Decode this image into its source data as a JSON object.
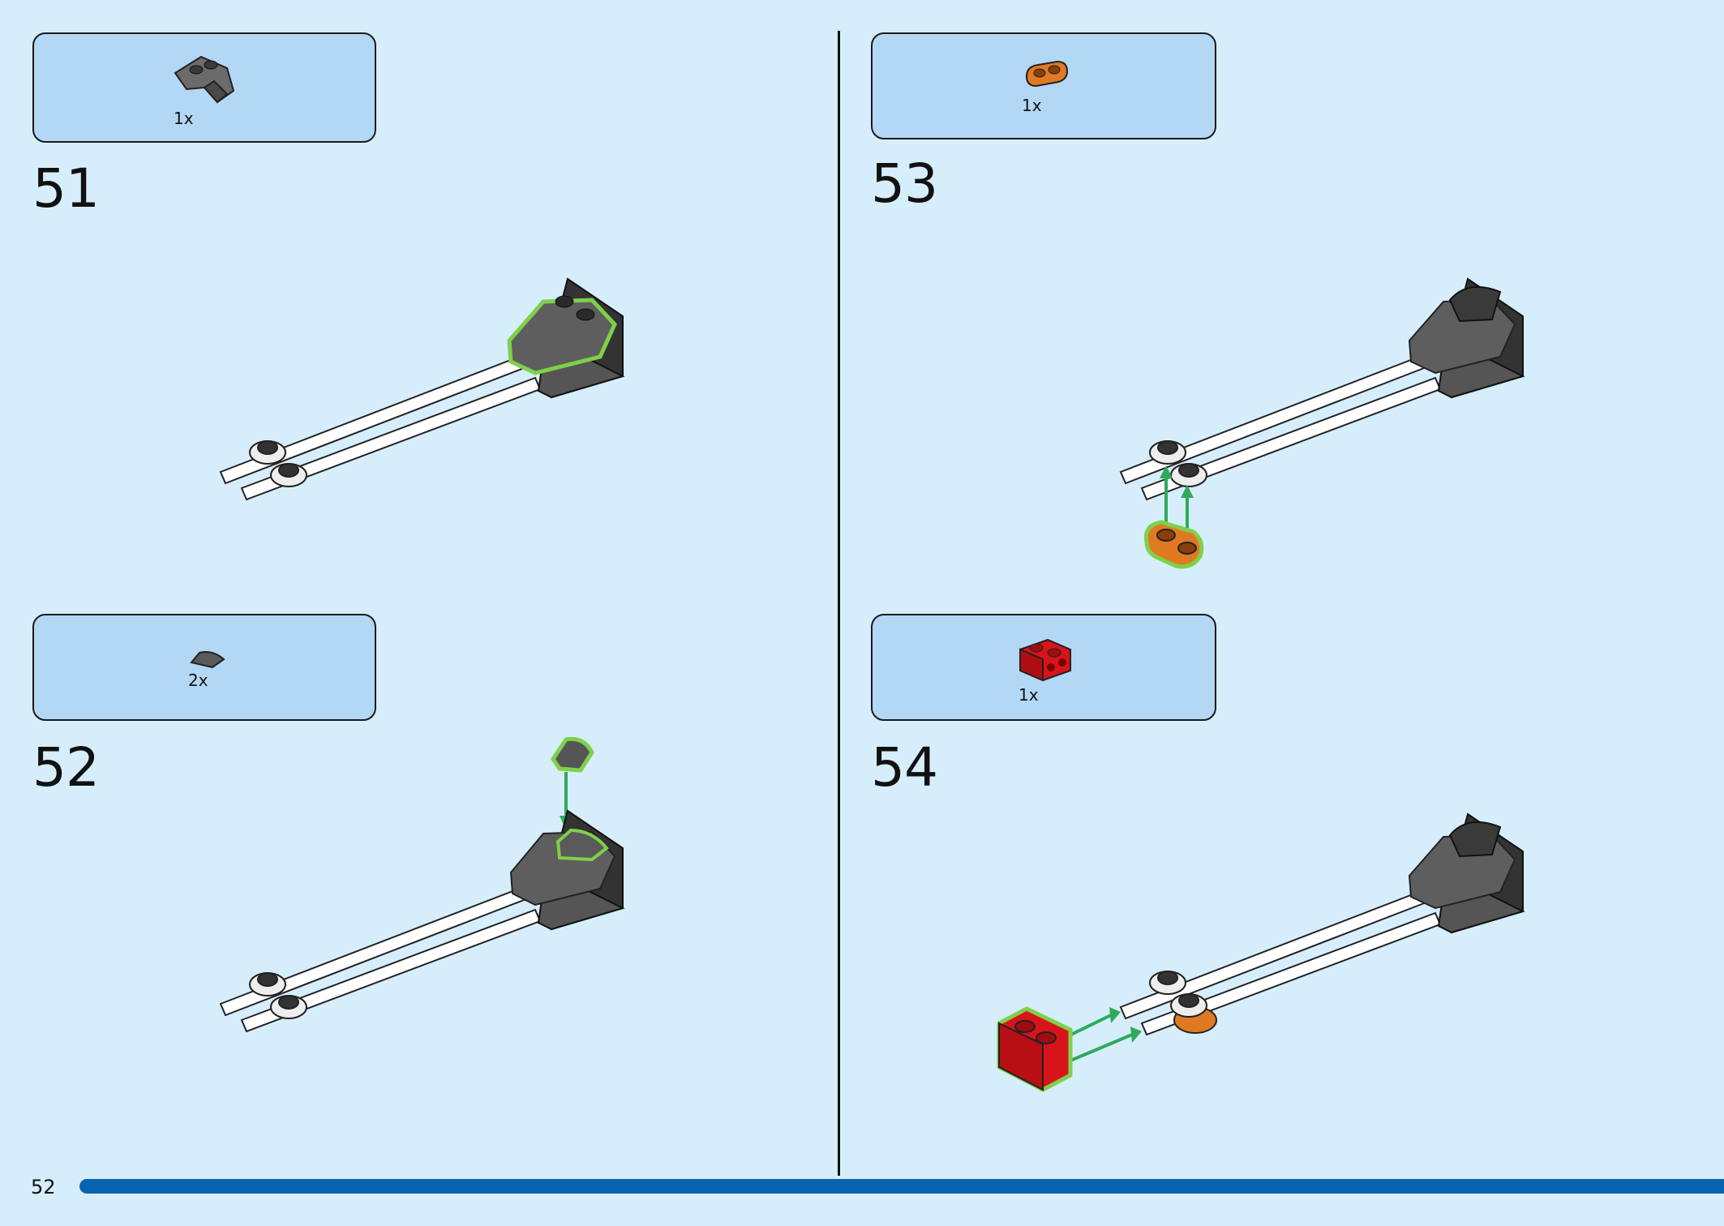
{
  "page": {
    "number": "52"
  },
  "steps": [
    {
      "number": "51",
      "parts": [
        {
          "qty": "1x",
          "icon": "dark-grey-wedge-plate-icon",
          "color": "#6b6b6b"
        }
      ]
    },
    {
      "number": "52",
      "parts": [
        {
          "qty": "2x",
          "icon": "dark-grey-quarter-tile-icon",
          "color": "#5a5a5a"
        }
      ]
    },
    {
      "number": "53",
      "parts": [
        {
          "qty": "1x",
          "icon": "orange-1x2-plate-icon",
          "color": "#e07a22"
        }
      ]
    },
    {
      "number": "54",
      "parts": [
        {
          "qty": "1x",
          "icon": "red-1x2-brick-icon",
          "color": "#d8141a"
        }
      ]
    }
  ],
  "colors": {
    "background": "#d6eefc",
    "parts_box": "#b3d8f5",
    "highlight": "#7fd04a",
    "arrow": "#2eaa5a",
    "progress_bar": "#0a63b0"
  }
}
